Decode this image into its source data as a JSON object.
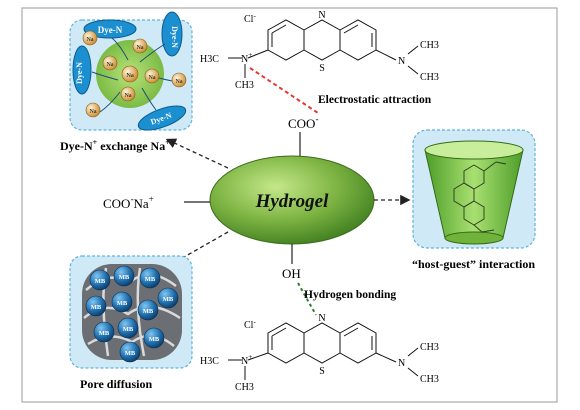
{
  "center": {
    "label": "Hydrogel"
  },
  "groups": {
    "coo_top": "COO",
    "coo_top_charge": "-",
    "coo_left": "COO",
    "coo_left_charge": "-",
    "coo_left_counter": "Na",
    "coo_left_counter_charge": "+",
    "oh": "OH"
  },
  "captions": {
    "electrostatic": "Electrostatic attraction",
    "exchange_main": "Dye-N",
    "exchange_sup": "+",
    "exchange_tail": " exchange Na",
    "exchange_tail_sup": "+",
    "host_guest": "“host-guest” interaction",
    "hydrogen": "Hydrogen bonding",
    "pore": "Pore diffusion"
  },
  "exchange_panel": {
    "center_ion": "Na",
    "ions": [
      "Na",
      "Na",
      "Na",
      "Na",
      "Na",
      "Na",
      "Na"
    ],
    "dye_labels": [
      "Dye-N",
      "Dye-N",
      "Dye-N",
      "Dye-N"
    ]
  },
  "pore_panel": {
    "mb_labels": [
      "MB",
      "MB",
      "MB",
      "MB",
      "MB",
      "MB",
      "MB",
      "MB",
      "MB",
      "MB",
      "MB"
    ]
  },
  "molecule_top": {
    "cl": "Cl",
    "cl_charge": "-",
    "n_ring": "N",
    "s_ring": "S",
    "n_left_plus": "N",
    "plus": "+",
    "h3c_left": "H3C",
    "ch3_left_bottom": "CH3",
    "n_right": "N",
    "ch3_right_top": "CH3",
    "ch3_right_bottom": "CH3"
  },
  "molecule_bottom": {
    "cl": "Cl",
    "cl_charge": "-",
    "n_ring": "N",
    "s_ring": "S",
    "n_left_plus": "N",
    "plus": "+",
    "h3c_left": "H3C",
    "ch3_left_bottom": "CH3",
    "n_right": "N",
    "ch3_right_top": "CH3",
    "ch3_right_bottom": "CH3"
  },
  "colors": {
    "hydrogel_fill": "#7cb342",
    "hydrogel_dark": "#33691e",
    "panel_bg": "#cfeaf6",
    "panel_border": "#5fb3d9",
    "ion_fill": "#e8b86a",
    "dye_fill": "#1c8fd1",
    "electrostatic_line": "#e53935",
    "hbond_line": "#2e7d32",
    "cup_fill": "#8bd35a"
  }
}
